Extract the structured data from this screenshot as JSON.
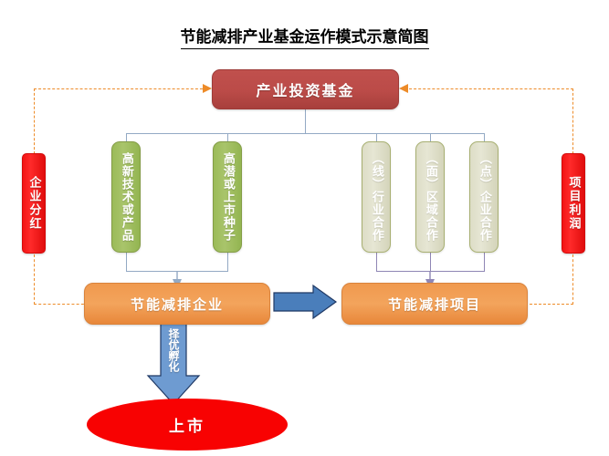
{
  "title": "节能减排产业基金运作模式示意简图",
  "fund": {
    "label": "产业投资基金",
    "color": "#c0504d"
  },
  "left_branch": {
    "items": [
      {
        "label": "高新技术或产品",
        "color": "#9bbb59"
      },
      {
        "label": "高潜或上市种子",
        "color": "#9bbb59"
      }
    ]
  },
  "right_branch": {
    "items": [
      {
        "label": "（线）行业合作",
        "color": "#ddddc6"
      },
      {
        "label": "（面）区域合作",
        "color": "#ddddc6"
      },
      {
        "label": "（点）企业合作",
        "color": "#ddddc6"
      }
    ]
  },
  "side_bars": {
    "left": {
      "label": "企业分红",
      "color": "#f21414"
    },
    "right": {
      "label": "项目利润",
      "color": "#f21414"
    }
  },
  "outcomes": {
    "enterprise": {
      "label": "节能减排企业",
      "color": "#f0994e"
    },
    "project": {
      "label": "节能减排项目",
      "color": "#f0994e"
    }
  },
  "flow_arrow": {
    "name": "right-arrow",
    "color": "#4a7ebb"
  },
  "down_arrow": {
    "label": "择优孵化",
    "color": "#4a7ebb"
  },
  "listing": {
    "label": "上市",
    "color": "#f80202"
  }
}
